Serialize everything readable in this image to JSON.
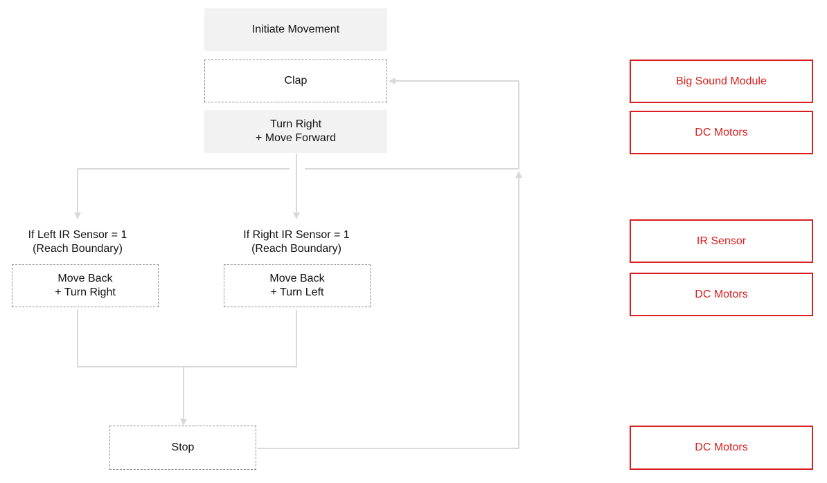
{
  "flow": {
    "initiate": "Initiate Movement",
    "clap": "Clap",
    "turn_forward": "Turn Right\n+ Move Forward",
    "cond_left": "If Left IR Sensor = 1\n(Reach Boundary)",
    "cond_right": "If Right IR Sensor = 1\n(Reach Boundary)",
    "move_back_right": "Move Back\n+ Turn Right",
    "move_back_left": "Move Back\n+ Turn Left",
    "stop": "Stop"
  },
  "hardware": {
    "sound": "Big Sound Module",
    "motors_1": "DC Motors",
    "ir": "IR Sensor",
    "motors_2": "DC Motors",
    "motors_3": "DC Motors"
  },
  "colors": {
    "hardware_accent": "#d81e1e",
    "connector": "#d9d9d9",
    "solid_fill": "#f2f2f2",
    "dashed_border": "#8c8c8c"
  }
}
